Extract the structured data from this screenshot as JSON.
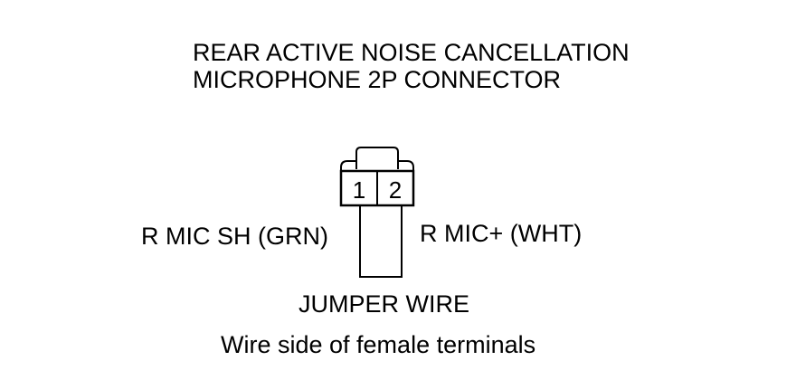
{
  "title": {
    "line1": "REAR ACTIVE NOISE CANCELLATION",
    "line2": "MICROPHONE 2P CONNECTOR"
  },
  "connector": {
    "pins": [
      "1",
      "2"
    ]
  },
  "labels": {
    "left_wire": "R MIC SH (GRN)",
    "right_wire": "R MIC+ (WHT)",
    "jumper": "JUMPER WIRE"
  },
  "caption": "Wire side of female terminals"
}
